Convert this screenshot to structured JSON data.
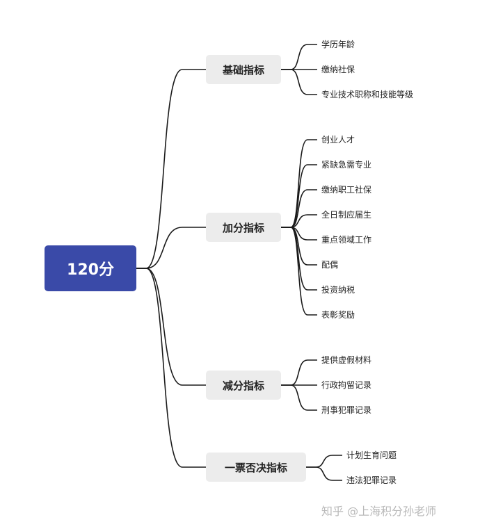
{
  "root": {
    "label": "120分"
  },
  "branches": [
    {
      "label": "基础指标",
      "leaves": [
        "学历年龄",
        "缴纳社保",
        "专业技术职称和技能等级"
      ]
    },
    {
      "label": "加分指标",
      "leaves": [
        "创业人才",
        "紧缺急需专业",
        "缴纳职工社保",
        "全日制应届生",
        "重点领域工作",
        "配偶",
        "投资纳税",
        "表彰奖励"
      ]
    },
    {
      "label": "减分指标",
      "leaves": [
        "提供虚假材料",
        "行政拘留记录",
        "刑事犯罪记录"
      ]
    },
    {
      "label": "一票否决指标",
      "leaves": [
        "计划生育问题",
        "违法犯罪记录"
      ]
    }
  ],
  "watermark": "知乎 @上海积分孙老师",
  "colors": {
    "root_bg": "#3a4aa8",
    "branch_bg": "#ececec",
    "line": "#1a1a1a"
  }
}
